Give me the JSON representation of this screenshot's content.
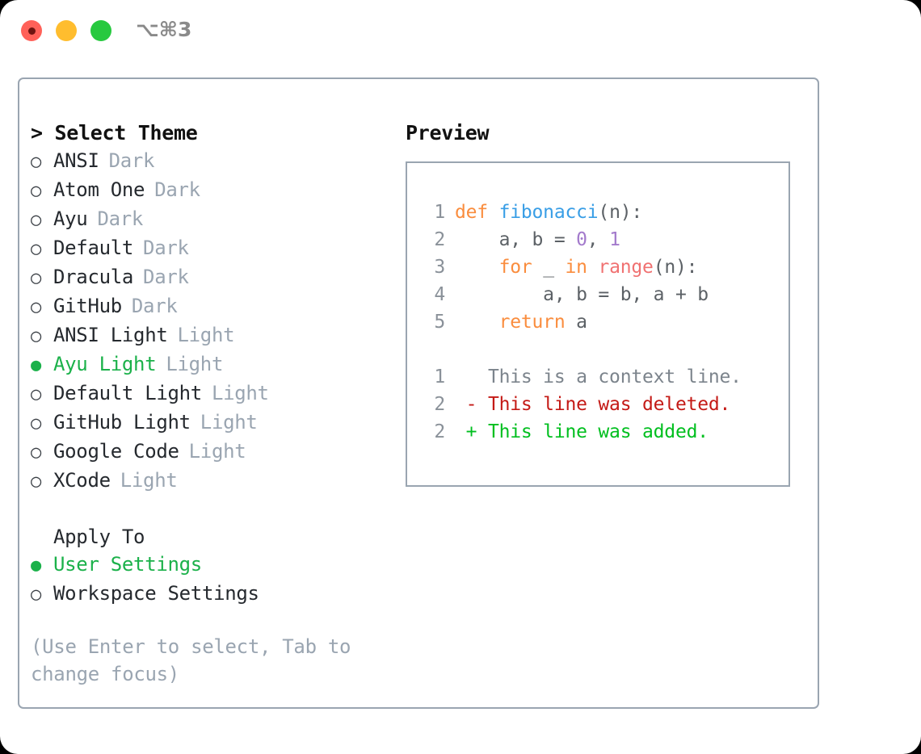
{
  "titlebar": {
    "shortcut": "⌥⌘3",
    "buttons": [
      {
        "name": "close",
        "color": "#ff6159"
      },
      {
        "name": "minimize",
        "color": "#ffbd2e"
      },
      {
        "name": "zoom",
        "color": "#27c93f"
      }
    ]
  },
  "theme_picker": {
    "header": "> Select Theme",
    "marker_selected": "●",
    "marker_unselected": "○",
    "items": [
      {
        "name": "ANSI",
        "kind": "Dark",
        "selected": false
      },
      {
        "name": "Atom One",
        "kind": "Dark",
        "selected": false
      },
      {
        "name": "Ayu",
        "kind": "Dark",
        "selected": false
      },
      {
        "name": "Default",
        "kind": "Dark",
        "selected": false
      },
      {
        "name": "Dracula",
        "kind": "Dark",
        "selected": false
      },
      {
        "name": "GitHub",
        "kind": "Dark",
        "selected": false
      },
      {
        "name": "ANSI Light",
        "kind": "Light",
        "selected": false
      },
      {
        "name": "Ayu Light",
        "kind": "Light",
        "selected": true
      },
      {
        "name": "Default Light",
        "kind": "Light",
        "selected": false
      },
      {
        "name": "GitHub Light",
        "kind": "Light",
        "selected": false
      },
      {
        "name": "Google Code",
        "kind": "Light",
        "selected": false
      },
      {
        "name": "XCode",
        "kind": "Light",
        "selected": false
      }
    ]
  },
  "apply_to": {
    "title": "Apply To",
    "items": [
      {
        "name": "User Settings",
        "selected": true
      },
      {
        "name": "Workspace Settings",
        "selected": false
      }
    ]
  },
  "hint": "(Use Enter to select, Tab to change focus)",
  "preview": {
    "title": "Preview",
    "code_lines": [
      {
        "num": "1",
        "tokens": [
          {
            "t": "def ",
            "k": "kw"
          },
          {
            "t": "fibonacci",
            "k": "fn"
          },
          {
            "t": "(n):",
            "k": "plain"
          }
        ]
      },
      {
        "num": "2",
        "tokens": [
          {
            "t": "    a, b = ",
            "k": "plain"
          },
          {
            "t": "0",
            "k": "num"
          },
          {
            "t": ", ",
            "k": "plain"
          },
          {
            "t": "1",
            "k": "num"
          }
        ]
      },
      {
        "num": "3",
        "tokens": [
          {
            "t": "    ",
            "k": "plain"
          },
          {
            "t": "for",
            "k": "kw"
          },
          {
            "t": " _ ",
            "k": "plain"
          },
          {
            "t": "in",
            "k": "kw"
          },
          {
            "t": " ",
            "k": "plain"
          },
          {
            "t": "range",
            "k": "builtin"
          },
          {
            "t": "(n):",
            "k": "plain"
          }
        ]
      },
      {
        "num": "4",
        "tokens": [
          {
            "t": "        a, b = b, a + b",
            "k": "plain"
          }
        ]
      },
      {
        "num": "5",
        "tokens": [
          {
            "t": "    ",
            "k": "plain"
          },
          {
            "t": "return",
            "k": "kw"
          },
          {
            "t": " a",
            "k": "plain"
          }
        ]
      }
    ],
    "diff_lines": [
      {
        "num": "1",
        "prefix": "  ",
        "text": "This is a context line.",
        "kind": "ctx"
      },
      {
        "num": "2",
        "prefix": "- ",
        "text": "This line was deleted.",
        "kind": "del"
      },
      {
        "num": "2",
        "prefix": "+ ",
        "text": "This line was added.",
        "kind": "add"
      }
    ]
  },
  "colors": {
    "accent_green": "#1bb14a",
    "muted": "#9aa5b1",
    "keyword": "#fa8d3e",
    "function": "#399ee6",
    "number": "#a37acc",
    "builtin": "#f07171",
    "diff_add": "#00bf1f",
    "diff_del": "#c41a16"
  }
}
